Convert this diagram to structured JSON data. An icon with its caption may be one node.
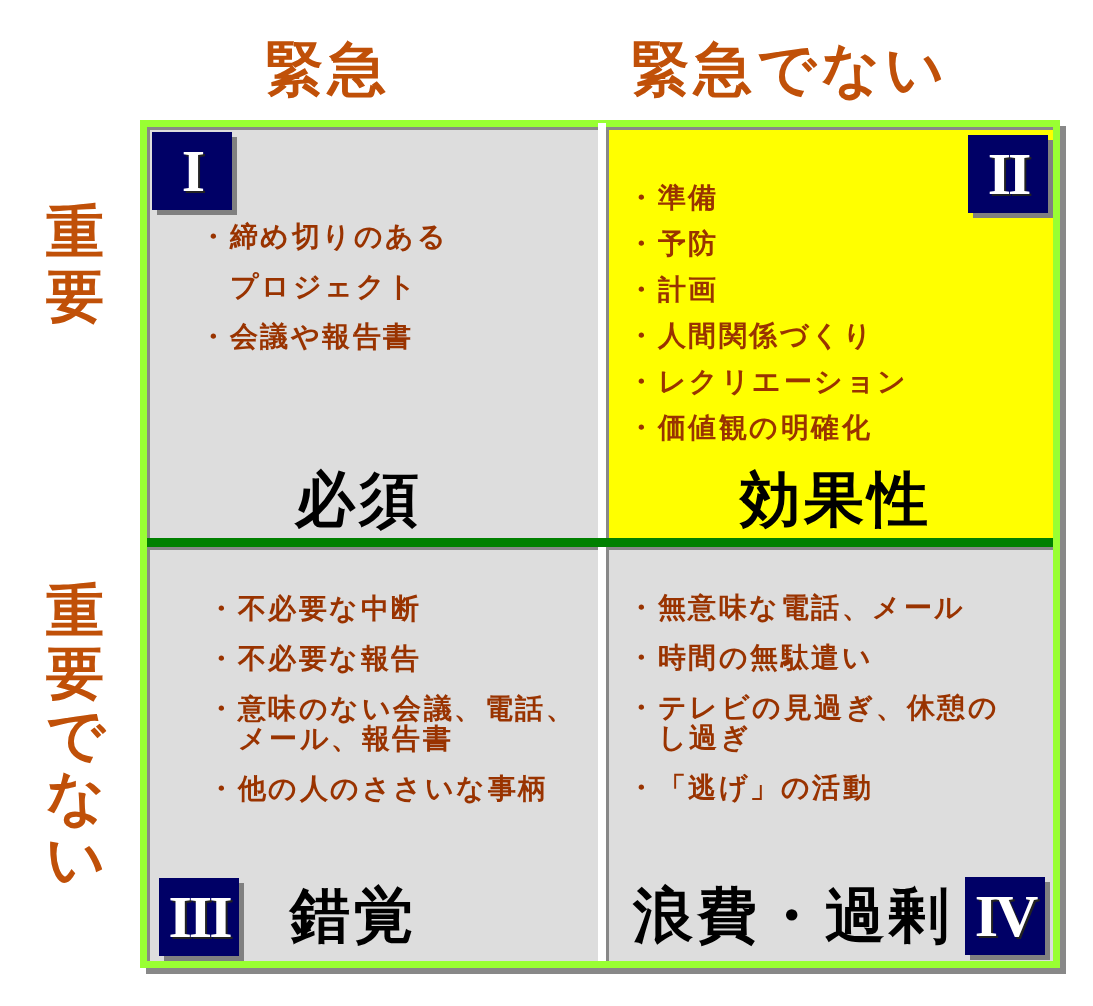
{
  "diagram": {
    "nodes": [
      {
        "text": [
          "・締め切りのあるプロジェクト",
          "・会議や報告書",
          "必須"
        ]
      },
      {
        "text": [
          "I"
        ],
        "in": 0
      },
      {
        "text": [
          "・準備",
          "・予防",
          "・計画",
          "・人間関係づくり",
          "・レクリエーション",
          "・価値観の明確化",
          "効果性"
        ]
      },
      {
        "text": [
          "II"
        ],
        "in": 2
      },
      {
        "text": [
          "・不必要な中断",
          "・不必要な報告",
          "・意味のない会議、電話、メール、報告書",
          "・他の人のささいな事柄",
          "錯覚"
        ]
      },
      {
        "text": [
          "III"
        ],
        "in": 4
      },
      {
        "text": [
          "・無意味な電話、メール",
          "・時間の無駄遣い",
          "・テレビの見過ぎ、休憩のし過ぎ",
          "・「逃げ」の活動",
          "浪費・過剰"
        ]
      },
      {
        "text": [
          "IV"
        ],
        "in": 6
      }
    ],
    "labels": [
      "緊急",
      "緊急でない",
      "重要",
      "重要でない"
    ]
  }
}
